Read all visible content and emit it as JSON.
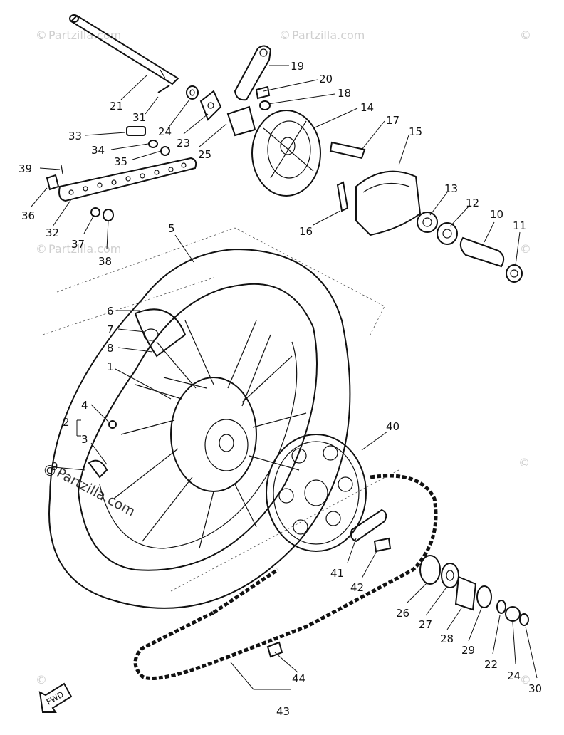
{
  "watermark": {
    "text": "Partzilla.com",
    "copyright": "©"
  },
  "fwd_label": "FWD",
  "parts": [
    {
      "id": "p19",
      "text": "19"
    },
    {
      "id": "p20",
      "text": "20"
    },
    {
      "id": "p18",
      "text": "18"
    },
    {
      "id": "p14",
      "text": "14"
    },
    {
      "id": "p17",
      "text": "17"
    },
    {
      "id": "p15",
      "text": "15"
    },
    {
      "id": "p21",
      "text": "21"
    },
    {
      "id": "p31",
      "text": "31"
    },
    {
      "id": "p24a",
      "text": "24"
    },
    {
      "id": "p23",
      "text": "23"
    },
    {
      "id": "p33",
      "text": "33"
    },
    {
      "id": "p34",
      "text": "34"
    },
    {
      "id": "p35",
      "text": "35"
    },
    {
      "id": "p25",
      "text": "25"
    },
    {
      "id": "p39",
      "text": "39"
    },
    {
      "id": "p36",
      "text": "36"
    },
    {
      "id": "p32",
      "text": "32"
    },
    {
      "id": "p37",
      "text": "37"
    },
    {
      "id": "p38",
      "text": "38"
    },
    {
      "id": "p16",
      "text": "16"
    },
    {
      "id": "p13",
      "text": "13"
    },
    {
      "id": "p12",
      "text": "12"
    },
    {
      "id": "p10",
      "text": "10"
    },
    {
      "id": "p11",
      "text": "11"
    },
    {
      "id": "p5",
      "text": "5"
    },
    {
      "id": "p6",
      "text": "6"
    },
    {
      "id": "p7",
      "text": "7"
    },
    {
      "id": "p8",
      "text": "8"
    },
    {
      "id": "p1",
      "text": "1"
    },
    {
      "id": "p4",
      "text": "4"
    },
    {
      "id": "p2",
      "text": "2"
    },
    {
      "id": "p3",
      "text": "3"
    },
    {
      "id": "p9",
      "text": "9"
    },
    {
      "id": "p40",
      "text": "40"
    },
    {
      "id": "p41",
      "text": "41"
    },
    {
      "id": "p42",
      "text": "42"
    },
    {
      "id": "p26",
      "text": "26"
    },
    {
      "id": "p27",
      "text": "27"
    },
    {
      "id": "p28",
      "text": "28"
    },
    {
      "id": "p29",
      "text": "29"
    },
    {
      "id": "p22",
      "text": "22"
    },
    {
      "id": "p24b",
      "text": "24"
    },
    {
      "id": "p30",
      "text": "30"
    },
    {
      "id": "p44",
      "text": "44"
    },
    {
      "id": "p43",
      "text": "43"
    }
  ]
}
